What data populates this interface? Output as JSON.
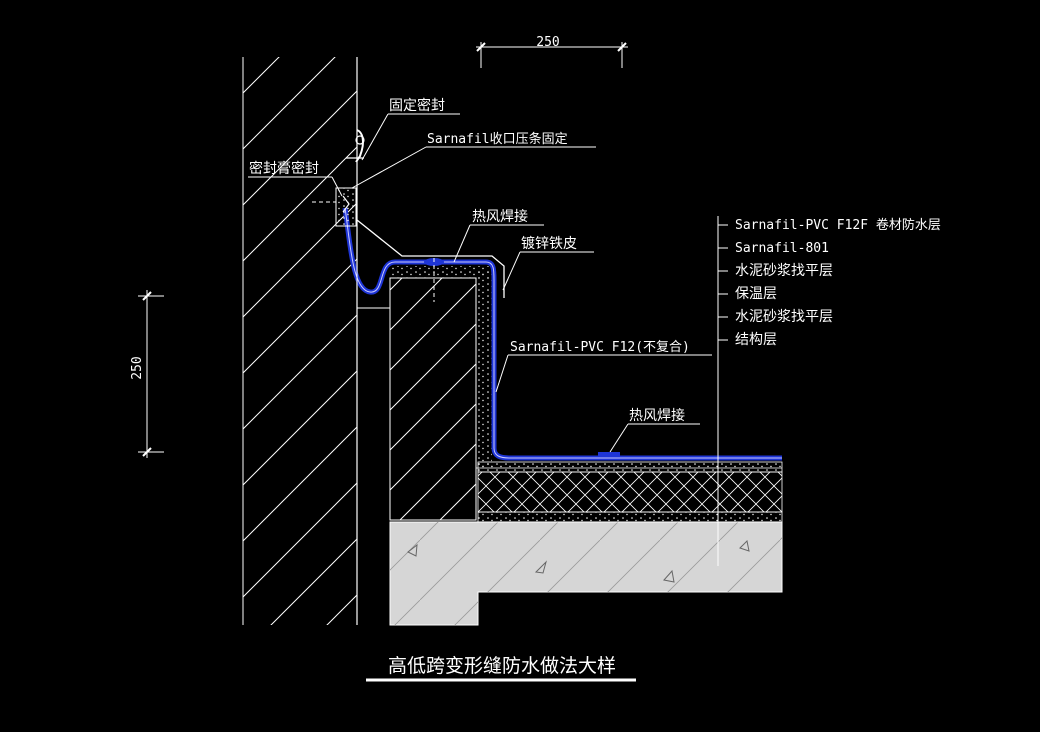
{
  "title": "高低跨变形缝防水做法大样",
  "dimensions": {
    "top": "250",
    "left": "250"
  },
  "labels": {
    "fixed_seal": "固定密封",
    "sarnafil_strip": "Sarnafil收口压条固定",
    "sealant": "密封膏密封",
    "hot_air_weld_top": "热风焊接",
    "galvanized_sheet": "镀锌铁皮",
    "pvc_f12": "Sarnafil-PVC F12(不复合)",
    "hot_air_weld_bottom": "热风焊接"
  },
  "layers": [
    "Sarnafil-PVC F12F 卷材防水层",
    "Sarnafil-801",
    "水泥砂浆找平层",
    "保温层",
    "水泥砂浆找平层",
    "结构层"
  ],
  "colors": {
    "background": "#000000",
    "line": "#ffffff",
    "membrane": "#1e35d6",
    "concrete": "#d6d6d6"
  }
}
